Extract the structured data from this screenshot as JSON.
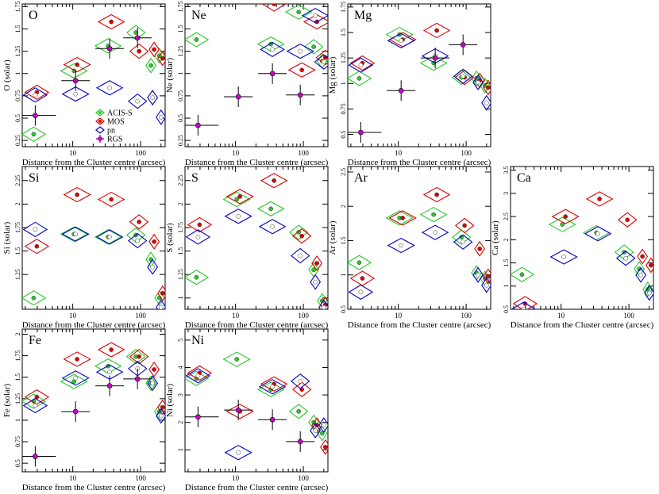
{
  "colors": {
    "ACIS-S": "#22cc22",
    "MOS": "#dd0000",
    "pn": "#0000cc",
    "RGS": "#cc00cc",
    "frame": "#000000"
  },
  "common": {
    "xlabel": "Distance from the Cluster centre (arcsec)",
    "xticks": [
      "10",
      "100"
    ]
  },
  "legend": {
    "panel": "O",
    "entries": [
      "ACIS-S",
      "MOS",
      "pn",
      "RGS"
    ]
  },
  "chart_data": [
    {
      "type": "scatter",
      "title": "O",
      "ylabel": "O (solar)",
      "xscale": "log",
      "xlim": [
        1.8,
        230
      ],
      "ylim": [
        0.18,
        1.78
      ],
      "yticks": [
        "0.25",
        "0.5",
        "0.75",
        "1",
        "1.25",
        "1.5",
        "1.75"
      ],
      "series": [
        {
          "name": "ACIS-S",
          "points": [
            [
              2.8,
              0.32
            ],
            [
              11,
              1.03
            ],
            [
              35,
              1.31
            ],
            [
              90,
              1.46
            ],
            [
              150,
              1.09
            ],
            [
              200,
              1.2
            ]
          ]
        },
        {
          "name": "MOS",
          "points": [
            [
              2.8,
              0.79
            ],
            [
              11,
              1.1
            ],
            [
              35,
              1.58
            ],
            [
              90,
              1.25
            ],
            [
              150,
              1.27
            ],
            [
              200,
              1.17
            ]
          ]
        },
        {
          "name": "pn",
          "points": [
            [
              2.8,
              0.76
            ],
            [
              11,
              0.77
            ],
            [
              35,
              0.84
            ],
            [
              90,
              0.69
            ],
            [
              150,
              0.73
            ],
            [
              200,
              0.51
            ]
          ]
        },
        {
          "name": "RGS",
          "points": [
            [
              2.8,
              0.53
            ],
            [
              11,
              0.92
            ],
            [
              35,
              1.28
            ],
            [
              90,
              1.4
            ]
          ]
        }
      ]
    },
    {
      "type": "scatter",
      "title": "Ne",
      "ylabel": "Ne (solar)",
      "xscale": "log",
      "xlim": [
        1.8,
        230
      ],
      "ylim": [
        0.18,
        1.78
      ],
      "yticks": [
        "0.25",
        "0.5",
        "0.75",
        "1",
        "1.25",
        "1.5",
        "1.75"
      ],
      "series": [
        {
          "name": "ACIS-S",
          "points": [
            [
              2.8,
              1.38
            ],
            [
              35,
              1.33
            ],
            [
              90,
              1.69
            ],
            [
              150,
              1.3
            ],
            [
              200,
              1.14
            ]
          ]
        },
        {
          "name": "MOS",
          "points": [
            [
              35,
              1.78
            ],
            [
              90,
              1.04
            ],
            [
              150,
              1.58
            ],
            [
              200,
              1.18
            ]
          ]
        },
        {
          "name": "pn",
          "points": [
            [
              35,
              1.27
            ],
            [
              90,
              1.25
            ],
            [
              150,
              1.65
            ],
            [
              200,
              1.13
            ]
          ]
        },
        {
          "name": "RGS",
          "points": [
            [
              2.8,
              0.42
            ],
            [
              11,
              0.74
            ],
            [
              35,
              1.0
            ],
            [
              90,
              0.76
            ]
          ]
        }
      ]
    },
    {
      "type": "scatter",
      "title": "Mg",
      "ylabel": "Mg (solar)",
      "xscale": "log",
      "xlim": [
        1.8,
        230
      ],
      "ylim": [
        0.38,
        1.78
      ],
      "yticks": [
        "0.5",
        "0.75",
        "1",
        "1.25",
        "1.5",
        "1.75"
      ],
      "series": [
        {
          "name": "ACIS-S",
          "points": [
            [
              2.8,
              1.05
            ],
            [
              11,
              1.48
            ],
            [
              35,
              1.2
            ],
            [
              90,
              1.06
            ],
            [
              150,
              1.05
            ],
            [
              200,
              0.98
            ]
          ]
        },
        {
          "name": "MOS",
          "points": [
            [
              2.8,
              1.2
            ],
            [
              11,
              1.43
            ],
            [
              35,
              1.52
            ],
            [
              90,
              1.06
            ],
            [
              150,
              1.03
            ],
            [
              200,
              0.96
            ]
          ]
        },
        {
          "name": "pn",
          "points": [
            [
              2.8,
              1.18
            ],
            [
              11,
              1.42
            ],
            [
              35,
              1.27
            ],
            [
              90,
              1.07
            ],
            [
              150,
              1.01
            ],
            [
              200,
              0.81
            ]
          ]
        },
        {
          "name": "RGS",
          "points": [
            [
              2.8,
              0.52
            ],
            [
              11,
              0.93
            ],
            [
              35,
              1.25
            ],
            [
              90,
              1.38
            ]
          ]
        }
      ]
    },
    {
      "type": "scatter",
      "title": "Si",
      "ylabel": "Si (solar)",
      "xscale": "log",
      "xlim": [
        1.8,
        230
      ],
      "ylim": [
        0.88,
        2.4
      ],
      "yticks": [
        "1.25",
        "1.5",
        "1.75",
        "2",
        "2.25"
      ],
      "series": [
        {
          "name": "ACIS-S",
          "points": [
            [
              2.8,
              1.0
            ],
            [
              11,
              1.68
            ],
            [
              35,
              1.65
            ],
            [
              90,
              1.67
            ],
            [
              150,
              1.41
            ],
            [
              200,
              1.0
            ]
          ]
        },
        {
          "name": "MOS",
          "points": [
            [
              2.8,
              1.55
            ],
            [
              11,
              2.1
            ],
            [
              35,
              2.05
            ],
            [
              90,
              1.81
            ],
            [
              150,
              1.6
            ],
            [
              200,
              1.05
            ]
          ]
        },
        {
          "name": "pn",
          "points": [
            [
              2.8,
              1.73
            ],
            [
              11,
              1.68
            ],
            [
              35,
              1.65
            ],
            [
              90,
              1.61
            ],
            [
              150,
              1.33
            ],
            [
              200,
              0.9
            ]
          ]
        }
      ]
    },
    {
      "type": "scatter",
      "title": "S",
      "ylabel": "S (solar)",
      "xscale": "log",
      "xlim": [
        1.8,
        230
      ],
      "ylim": [
        0.88,
        2.4
      ],
      "yticks": [
        "1",
        "1.25",
        "1.5",
        "1.75",
        "2",
        "2.25"
      ],
      "series": [
        {
          "name": "ACIS-S",
          "points": [
            [
              2.8,
              1.22
            ],
            [
              11,
              2.05
            ],
            [
              35,
              1.95
            ],
            [
              90,
              1.7
            ],
            [
              150,
              1.3
            ],
            [
              200,
              0.97
            ]
          ]
        },
        {
          "name": "MOS",
          "points": [
            [
              2.8,
              1.78
            ],
            [
              11,
              2.08
            ],
            [
              35,
              2.25
            ],
            [
              90,
              1.66
            ],
            [
              150,
              1.37
            ],
            [
              200,
              0.93
            ]
          ]
        },
        {
          "name": "pn",
          "points": [
            [
              2.8,
              1.65
            ],
            [
              11,
              1.87
            ],
            [
              35,
              1.76
            ],
            [
              90,
              1.45
            ],
            [
              150,
              1.17
            ],
            [
              200,
              0.9
            ]
          ]
        }
      ]
    },
    {
      "type": "scatter",
      "title": "Ar",
      "ylabel": "Ar (solar)",
      "xscale": "log",
      "xlim": [
        1.8,
        230
      ],
      "ylim": [
        0.5,
        2.58
      ],
      "yticks": [
        "0.5",
        "1",
        "1.5",
        "2",
        "2.5"
      ],
      "series": [
        {
          "name": "ACIS-S",
          "points": [
            [
              2.8,
              1.18
            ],
            [
              11,
              1.83
            ],
            [
              35,
              1.88
            ],
            [
              90,
              1.55
            ],
            [
              150,
              1.03
            ],
            [
              200,
              0.95
            ]
          ]
        },
        {
          "name": "MOS",
          "points": [
            [
              2.8,
              0.95
            ],
            [
              11,
              1.83
            ],
            [
              35,
              2.17
            ],
            [
              90,
              1.72
            ],
            [
              150,
              1.38
            ],
            [
              200,
              0.98
            ]
          ]
        },
        {
          "name": "pn",
          "points": [
            [
              2.8,
              0.75
            ],
            [
              11,
              1.43
            ],
            [
              35,
              1.62
            ],
            [
              90,
              1.48
            ],
            [
              150,
              1.0
            ],
            [
              200,
              0.85
            ]
          ]
        }
      ]
    },
    {
      "type": "scatter",
      "title": "Ca",
      "ylabel": "Ca (solar)",
      "xscale": "log",
      "xlim": [
        1.8,
        230
      ],
      "ylim": [
        0.5,
        3.58
      ],
      "yticks": [
        "0.5",
        "1",
        "1.5",
        "2",
        "2.5",
        "3",
        "3.5"
      ],
      "series": [
        {
          "name": "ACIS-S",
          "points": [
            [
              2.8,
              1.25
            ],
            [
              11,
              2.33
            ],
            [
              35,
              2.15
            ],
            [
              90,
              1.73
            ],
            [
              150,
              1.37
            ],
            [
              200,
              0.93
            ]
          ]
        },
        {
          "name": "MOS",
          "points": [
            [
              2.8,
              0.62
            ],
            [
              11,
              2.5
            ],
            [
              35,
              2.88
            ],
            [
              90,
              2.43
            ],
            [
              150,
              1.64
            ],
            [
              200,
              1.45
            ]
          ]
        },
        {
          "name": "pn",
          "points": [
            [
              2.8,
              0.5
            ],
            [
              11,
              1.63
            ],
            [
              35,
              2.13
            ],
            [
              90,
              1.6
            ],
            [
              150,
              1.24
            ],
            [
              200,
              0.85
            ]
          ]
        }
      ]
    },
    {
      "type": "scatter",
      "title": "Fe",
      "ylabel": "Fe (solar)",
      "xscale": "log",
      "xlim": [
        1.8,
        230
      ],
      "ylim": [
        0.4,
        2.06
      ],
      "yticks": [
        "0.5",
        "0.75",
        "1",
        "1.25",
        "1.5",
        "1.75",
        "2"
      ],
      "series": [
        {
          "name": "ACIS-S",
          "points": [
            [
              2.8,
              1.22
            ],
            [
              11,
              1.45
            ],
            [
              35,
              1.63
            ],
            [
              90,
              1.74
            ],
            [
              150,
              1.43
            ],
            [
              200,
              1.1
            ]
          ]
        },
        {
          "name": "MOS",
          "points": [
            [
              2.8,
              1.27
            ],
            [
              11,
              1.71
            ],
            [
              35,
              1.82
            ],
            [
              90,
              1.74
            ],
            [
              150,
              1.59
            ],
            [
              200,
              1.15
            ]
          ]
        },
        {
          "name": "pn",
          "points": [
            [
              2.8,
              1.17
            ],
            [
              11,
              1.49
            ],
            [
              35,
              1.56
            ],
            [
              90,
              1.6
            ],
            [
              150,
              1.43
            ],
            [
              200,
              1.05
            ]
          ]
        },
        {
          "name": "RGS",
          "points": [
            [
              2.8,
              0.58
            ],
            [
              11,
              1.1
            ],
            [
              35,
              1.4
            ],
            [
              90,
              1.48
            ]
          ]
        }
      ]
    },
    {
      "type": "scatter",
      "title": "Ni",
      "ylabel": "Ni (solar)",
      "xscale": "log",
      "xlim": [
        1.8,
        230
      ],
      "ylim": [
        0.2,
        5.4
      ],
      "yticks": [
        "1",
        "2",
        "3",
        "4",
        "5"
      ],
      "series": [
        {
          "name": "ACIS-S",
          "points": [
            [
              2.8,
              3.6
            ],
            [
              11,
              4.3
            ],
            [
              35,
              3.2
            ],
            [
              90,
              2.4
            ],
            [
              150,
              2.0
            ],
            [
              200,
              1.6
            ]
          ]
        },
        {
          "name": "MOS",
          "points": [
            [
              2.8,
              3.8
            ],
            [
              11,
              2.4
            ],
            [
              35,
              3.4
            ],
            [
              90,
              3.2
            ],
            [
              150,
              1.9
            ],
            [
              200,
              1.1
            ]
          ]
        },
        {
          "name": "pn",
          "points": [
            [
              2.8,
              3.7
            ],
            [
              11,
              0.9
            ],
            [
              35,
              3.3
            ],
            [
              90,
              3.5
            ],
            [
              150,
              1.7
            ],
            [
              200,
              1.9
            ]
          ]
        },
        {
          "name": "RGS",
          "points": [
            [
              2.8,
              2.2
            ],
            [
              11,
              2.45
            ],
            [
              35,
              2.1
            ],
            [
              90,
              1.3
            ]
          ]
        }
      ]
    }
  ]
}
